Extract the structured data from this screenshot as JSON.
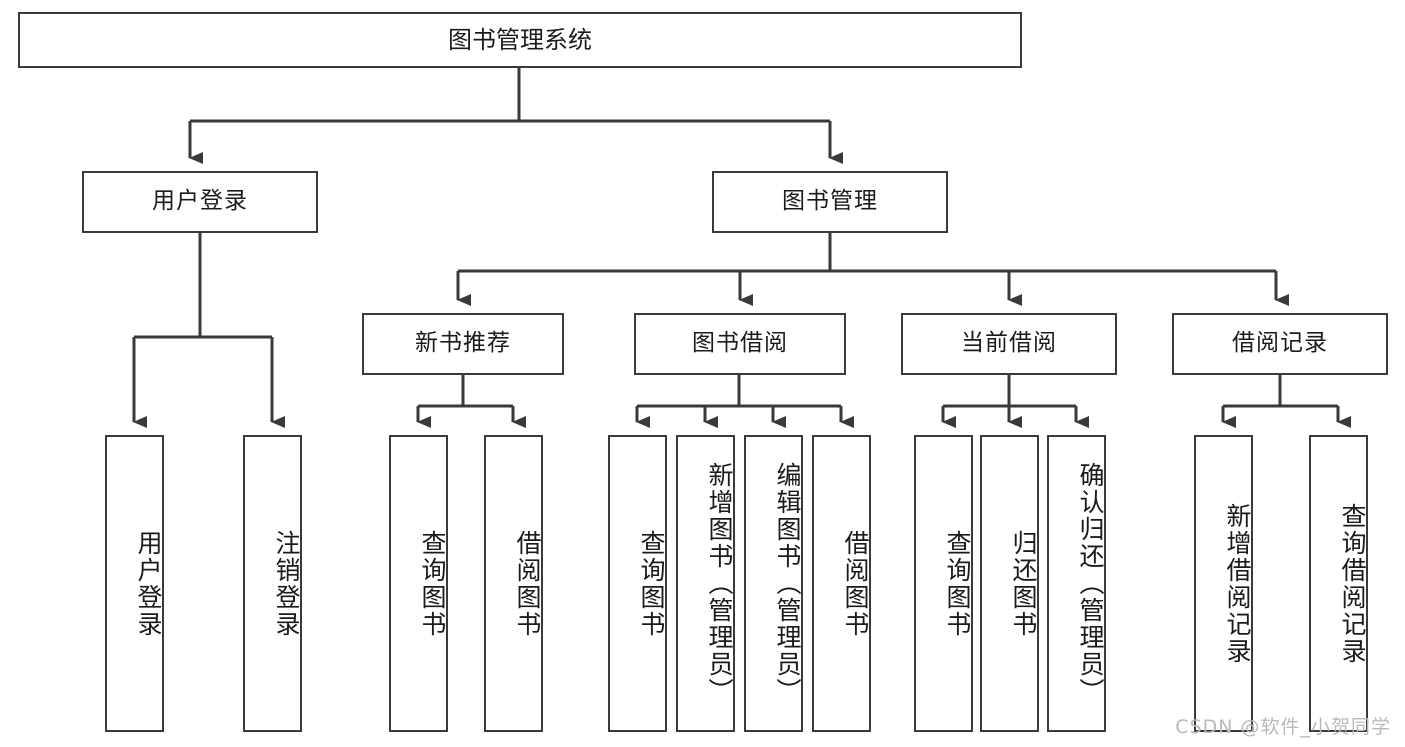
{
  "diagram": {
    "title": "图书管理系统",
    "type": "tree-hierarchy",
    "watermark": "CSDN @软件_小贺同学",
    "colors": {
      "stroke": "#3a3a3a",
      "fill": "#ffffff",
      "text": "#1b1b1b",
      "watermark": "#b9b9b9"
    },
    "levels": {
      "root": {
        "label": "图书管理系统"
      },
      "level2": [
        {
          "id": "login",
          "label": "用户登录"
        },
        {
          "id": "bookmgmt",
          "label": "图书管理"
        }
      ],
      "level3": [
        {
          "id": "newbook",
          "label": "新书推荐",
          "parent": "bookmgmt"
        },
        {
          "id": "borrow",
          "label": "图书借阅",
          "parent": "bookmgmt"
        },
        {
          "id": "current",
          "label": "当前借阅",
          "parent": "bookmgmt"
        },
        {
          "id": "record",
          "label": "借阅记录",
          "parent": "bookmgmt"
        }
      ],
      "leaves": [
        {
          "id": "leaf-1",
          "label": "用户登录",
          "parent": "login"
        },
        {
          "id": "leaf-2",
          "label": "注销登录",
          "parent": "login"
        },
        {
          "id": "leaf-3",
          "label": "查询图书",
          "parent": "newbook"
        },
        {
          "id": "leaf-4",
          "label": "借阅图书",
          "parent": "newbook"
        },
        {
          "id": "leaf-5",
          "label": "查询图书",
          "parent": "borrow"
        },
        {
          "id": "leaf-6",
          "label": "新增图书（管理员）",
          "parent": "borrow"
        },
        {
          "id": "leaf-7",
          "label": "编辑图书（管理员）",
          "parent": "borrow"
        },
        {
          "id": "leaf-8",
          "label": "借阅图书",
          "parent": "borrow"
        },
        {
          "id": "leaf-9",
          "label": "查询图书",
          "parent": "current"
        },
        {
          "id": "leaf-10",
          "label": "归还图书",
          "parent": "current"
        },
        {
          "id": "leaf-11",
          "label": "确认归还（管理员）",
          "parent": "current"
        },
        {
          "id": "leaf-12",
          "label": "新增借阅记录",
          "parent": "record"
        },
        {
          "id": "leaf-13",
          "label": "查询借阅记录",
          "parent": "record"
        }
      ]
    }
  }
}
